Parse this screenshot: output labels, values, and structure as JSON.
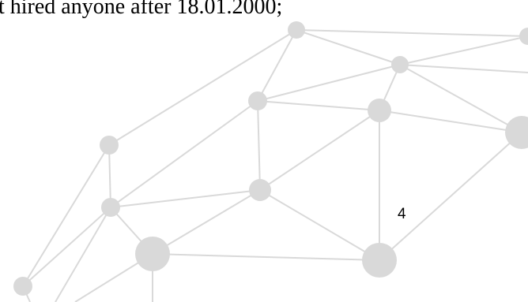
{
  "document": {
    "top_text": "t hired anyone after 18.01.2000;",
    "page_number": "4"
  },
  "decoration": {
    "description_name": "network-graph-background",
    "colors": {
      "node": "#d9d9d9",
      "edge": "#d9d9d9"
    }
  }
}
